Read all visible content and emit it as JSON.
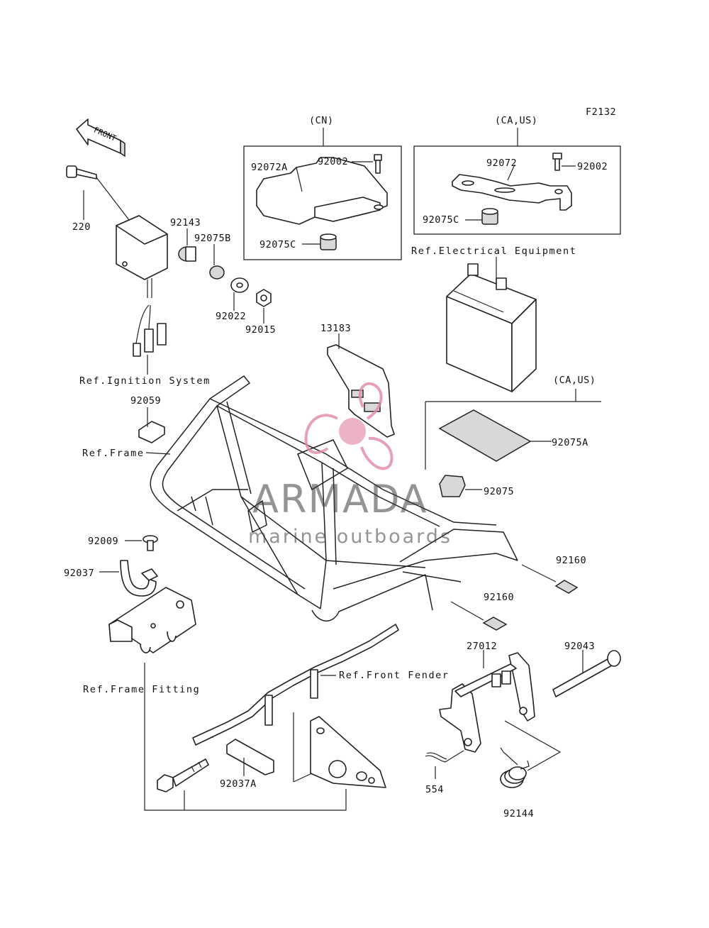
{
  "figure_code": "F2132",
  "front_marker": "FRONT",
  "groups": {
    "cn": "(CN)",
    "ca_us_top": "(CA,US)",
    "ca_us_mid": "(CA,US)"
  },
  "parts": {
    "p220": "220",
    "p92143": "92143",
    "p92075B": "92075B",
    "p92022": "92022",
    "p92015": "92015",
    "p92072A": "92072A",
    "p92002a": "92002",
    "p92075Ca": "92075C",
    "p92072": "92072",
    "p92002b": "92002",
    "p92075Cb": "92075C",
    "p13183": "13183",
    "p92059": "92059",
    "p92075A": "92075A",
    "p92075": "92075",
    "p92160a": "92160",
    "p92160b": "92160",
    "p92009": "92009",
    "p92037": "92037",
    "p27012": "27012",
    "p92043": "92043",
    "p92037A": "92037A",
    "p554": "554",
    "p92144": "92144"
  },
  "refs": {
    "electrical": "Ref.Electrical Equipment",
    "ignition": "Ref.Ignition System",
    "frame": "Ref.Frame",
    "front_fender": "Ref.Front Fender",
    "frame_fitting": "Ref.Frame Fitting"
  },
  "watermark": {
    "brand": "ARMADA",
    "tagline": "marine outboards",
    "color": "#e8a0b8"
  }
}
